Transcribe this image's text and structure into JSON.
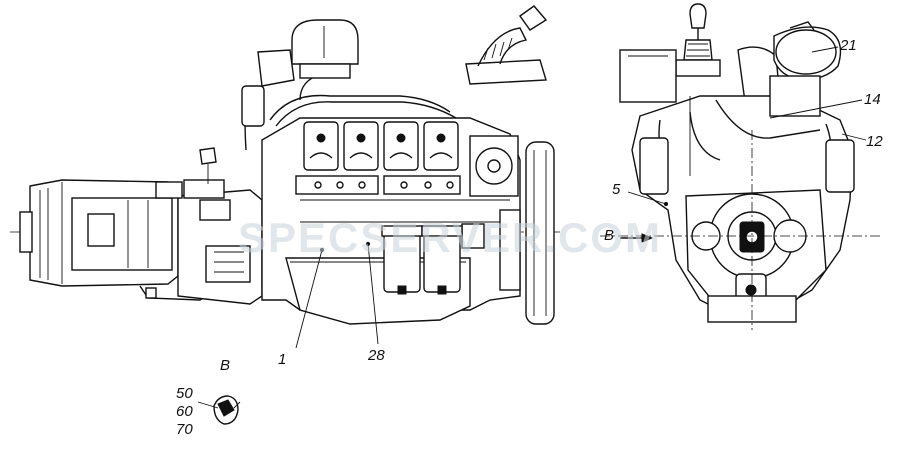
{
  "watermark": "SPECSERVER.COM",
  "callouts": {
    "c1": "1",
    "c28": "28",
    "c5": "5",
    "c21": "21",
    "c14": "14",
    "c12": "12",
    "view_b_arrow": "B",
    "view_b_title": "B",
    "c50": "50",
    "c60": "60",
    "c70": "70"
  },
  "colors": {
    "line": "#111111",
    "watermark": "#c9d3dc",
    "background": "#ffffff"
  }
}
